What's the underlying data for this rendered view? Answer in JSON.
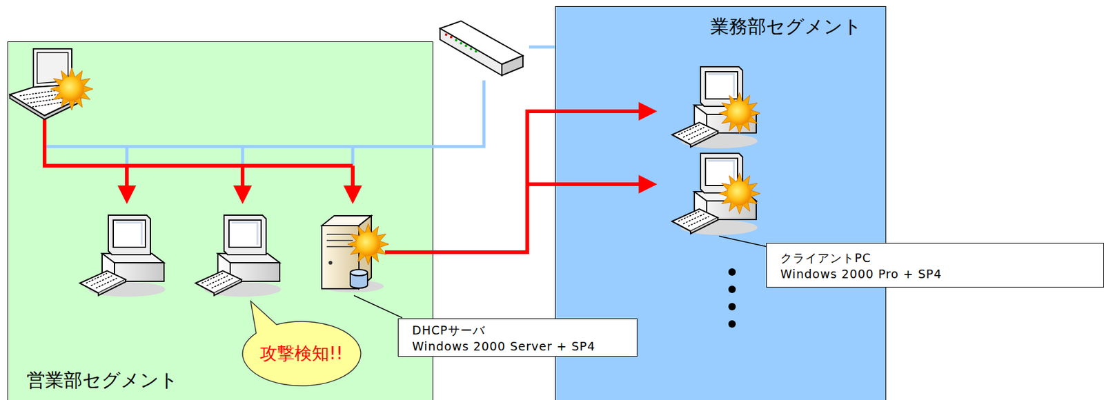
{
  "diagram": {
    "nodes": [
      {
        "text": [
          "営業部セグメント"
        ]
      },
      {
        "text": [
          "攻撃検知!!"
        ],
        "in": 0
      },
      {
        "text": [
          "業務部セグメント"
        ]
      },
      {
        "text": [
          "DHCPサーバ",
          "Windows 2000 Server + SP4"
        ]
      },
      {
        "text": [
          "クライアントPC",
          "Windows 2000 Pro + SP4"
        ]
      }
    ]
  }
}
